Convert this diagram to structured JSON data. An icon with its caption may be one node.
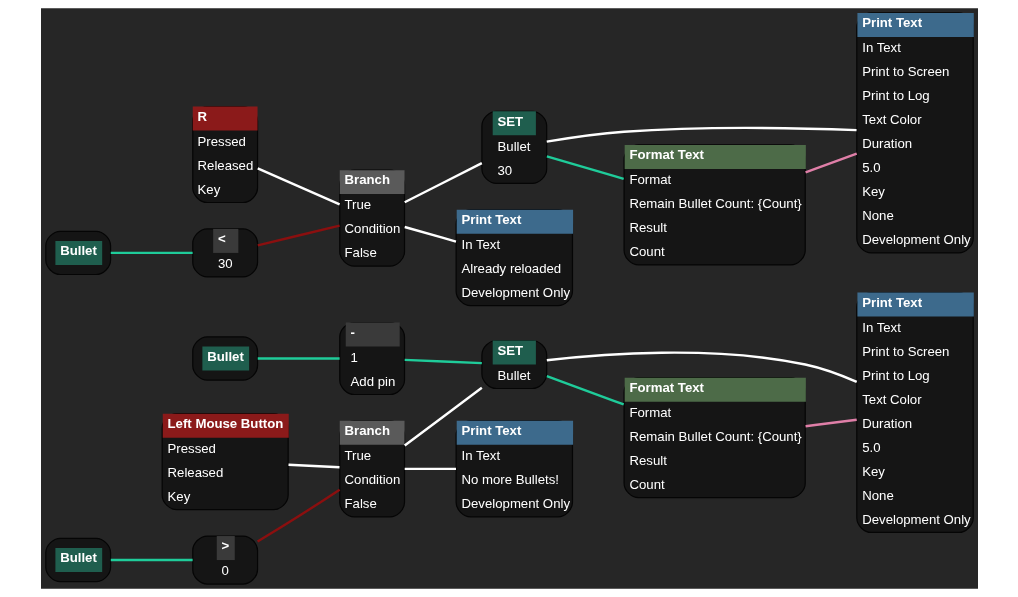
{
  "diagram": {
    "nodes": [
      {
        "text": [
          "Bullet"
        ]
      },
      {
        "text": [
          "-",
          "1",
          "Add pin"
        ]
      },
      {
        "text": [
          "SET",
          "Bullet"
        ]
      },
      {
        "text": [
          "Print Text",
          "In Text",
          "Print to Screen",
          "Print to Log",
          "Text Color",
          "Duration",
          "5.0",
          "Key",
          "None",
          "Development Only"
        ]
      },
      {
        "text": [
          "Left Mouse Button",
          "Pressed",
          "Released",
          "Key"
        ]
      },
      {
        "text": [
          "Branch",
          "True",
          "Condition",
          "False"
        ]
      },
      {
        "text": [
          "Format Text",
          "Format",
          "Remain Bullet Count: {Count}",
          "Result",
          "Count"
        ]
      },
      {
        "text": [
          ">",
          "0"
        ]
      },
      {
        "text": [
          "Print Text",
          "In Text",
          "No more Bullets!",
          "Development Only"
        ]
      },
      {
        "text": [
          "Bullet"
        ]
      },
      {
        "text": [
          "R",
          "Pressed",
          "Released",
          "Key"
        ]
      },
      {
        "text": [
          "Branch",
          "True",
          "Condition",
          "False"
        ]
      },
      {
        "text": [
          "SET",
          "Bullet",
          "30"
        ]
      },
      {
        "text": [
          "Print Text",
          "In Text",
          "Print to Screen",
          "Print to Log",
          "Text Color",
          "Duration",
          "5.0",
          "Key",
          "None",
          "Development Only"
        ]
      },
      {
        "text": [
          "Format Text",
          "Format",
          "Remain Bullet Count: {Count}",
          "Result",
          "Count"
        ]
      },
      {
        "text": [
          "Print Text",
          "In Text",
          "Already reloaded",
          "Development Only"
        ]
      },
      {
        "text": [
          "Bullet"
        ]
      },
      {
        "text": [
          "<",
          "30"
        ]
      }
    ],
    "edges": [
      {
        "from": 0,
        "to": 1,
        "arrow": "none",
        "color": "#1fcc9a"
      },
      {
        "from": 1,
        "to": 2,
        "arrow": "none",
        "color": "#1fcc9a"
      },
      {
        "from": 2,
        "to": 3,
        "arrow": "none"
      },
      {
        "from": 4,
        "to": 5,
        "arrow": "none"
      },
      {
        "from": 5,
        "to": 2,
        "arrow": "none"
      },
      {
        "from": 5,
        "to": 8,
        "arrow": "none"
      },
      {
        "from": 2,
        "to": 6,
        "arrow": "none",
        "color": "#1fcc9a"
      },
      {
        "from": 6,
        "to": 3,
        "arrow": "none",
        "color": "#e07fa8"
      },
      {
        "from": 9,
        "to": 7,
        "arrow": "none",
        "color": "#1fcc9a"
      },
      {
        "from": 7,
        "to": 5,
        "arrow": "none",
        "color": "#8b0f0f"
      },
      {
        "from": 10,
        "to": 11,
        "arrow": "none"
      },
      {
        "from": 11,
        "to": 12,
        "arrow": "none"
      },
      {
        "from": 11,
        "to": 15,
        "arrow": "none"
      },
      {
        "from": 12,
        "to": 13,
        "arrow": "none"
      },
      {
        "from": 12,
        "to": 14,
        "arrow": "none",
        "color": "#1fcc9a"
      },
      {
        "from": 14,
        "to": 13,
        "arrow": "none",
        "color": "#e07fa8"
      },
      {
        "from": 16,
        "to": 17,
        "arrow": "none",
        "color": "#1fcc9a"
      },
      {
        "from": 17,
        "to": 11,
        "arrow": "none",
        "color": "#8b0f0f"
      }
    ]
  }
}
